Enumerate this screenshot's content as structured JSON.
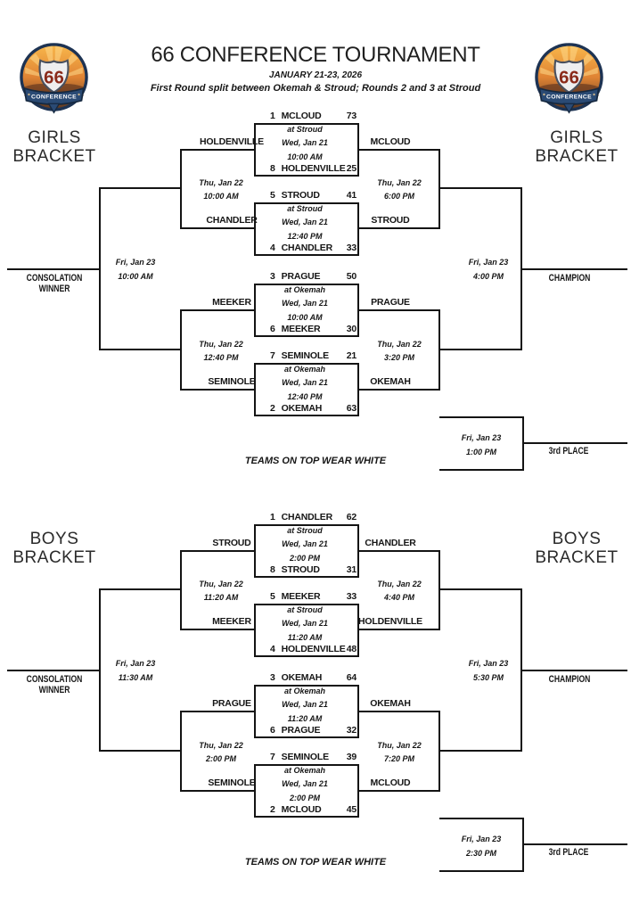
{
  "header": {
    "title": "66 CONFERENCE TOURNAMENT",
    "dates": "JANUARY 21-23, 2026",
    "subtitle": "First Round split between Okemah & Stroud; Rounds 2 and 3 at Stroud",
    "logo": {
      "number": "66",
      "banner": "CONFERENCE"
    }
  },
  "note": "TEAMS ON TOP WEAR WHITE",
  "girls": {
    "label_line1": "GIRLS",
    "label_line2": "BRACKET",
    "consolation_winner_label": "CONSOLATION WINNER",
    "champion_label": "CHAMPION",
    "third_place_label": "3rd PLACE",
    "games": [
      {
        "top_seed": "1",
        "top_team": "MCLOUD",
        "top_score": "73",
        "venue": "at Stroud",
        "date": "Wed, Jan 21",
        "time": "10:00 AM",
        "bottom_seed": "8",
        "bottom_team": "HOLDENVILLE",
        "bottom_score": "25",
        "loser_to_left": "HOLDENVILLE",
        "winner": "MCLOUD"
      },
      {
        "top_seed": "5",
        "top_team": "STROUD",
        "top_score": "41",
        "venue": "at Stroud",
        "date": "Wed, Jan 21",
        "time": "12:40 PM",
        "bottom_seed": "4",
        "bottom_team": "CHANDLER",
        "bottom_score": "33",
        "loser_to_left": "CHANDLER",
        "winner": "STROUD"
      },
      {
        "top_seed": "3",
        "top_team": "PRAGUE",
        "top_score": "50",
        "venue": "at Okemah",
        "date": "Wed, Jan 21",
        "time": "10:00 AM",
        "bottom_seed": "6",
        "bottom_team": "MEEKER",
        "bottom_score": "30",
        "loser_to_left": "MEEKER",
        "winner": "PRAGUE"
      },
      {
        "top_seed": "7",
        "top_team": "SEMINOLE",
        "top_score": "21",
        "venue": "at Okemah",
        "date": "Wed, Jan 21",
        "time": "12:40 PM",
        "bottom_seed": "2",
        "bottom_team": "OKEMAH",
        "bottom_score": "63",
        "loser_to_left": "SEMINOLE",
        "winner": "OKEMAH"
      }
    ],
    "consolation_semi1": {
      "date": "Thu, Jan 22",
      "time": "10:00 AM"
    },
    "consolation_semi2": {
      "date": "Thu, Jan 22",
      "time": "12:40 PM"
    },
    "semi1": {
      "date": "Thu, Jan 22",
      "time": "6:00 PM"
    },
    "semi2": {
      "date": "Thu, Jan 22",
      "time": "3:20 PM"
    },
    "consolation_final": {
      "date": "Fri, Jan 23",
      "time": "10:00 AM"
    },
    "championship": {
      "date": "Fri, Jan 23",
      "time": "4:00 PM"
    },
    "third_place_game": {
      "date": "Fri, Jan 23",
      "time": "1:00 PM"
    }
  },
  "boys": {
    "label_line1": "BOYS",
    "label_line2": "BRACKET",
    "consolation_winner_label": "CONSOLATION WINNER",
    "champion_label": "CHAMPION",
    "third_place_label": "3rd PLACE",
    "games": [
      {
        "top_seed": "1",
        "top_team": "CHANDLER",
        "top_score": "62",
        "venue": "at Stroud",
        "date": "Wed, Jan 21",
        "time": "2:00 PM",
        "bottom_seed": "8",
        "bottom_team": "STROUD",
        "bottom_score": "31",
        "loser_to_left": "STROUD",
        "winner": "CHANDLER"
      },
      {
        "top_seed": "5",
        "top_team": "MEEKER",
        "top_score": "33",
        "venue": "at Stroud",
        "date": "Wed, Jan 21",
        "time": "11:20 AM",
        "bottom_seed": "4",
        "bottom_team": "HOLDENVILLE",
        "bottom_score": "48",
        "loser_to_left": "MEEKER",
        "winner": "HOLDENVILLE"
      },
      {
        "top_seed": "3",
        "top_team": "OKEMAH",
        "top_score": "64",
        "venue": "at Okemah",
        "date": "Wed, Jan 21",
        "time": "11:20 AM",
        "bottom_seed": "6",
        "bottom_team": "PRAGUE",
        "bottom_score": "32",
        "loser_to_left": "PRAGUE",
        "winner": "OKEMAH"
      },
      {
        "top_seed": "7",
        "top_team": "SEMINOLE",
        "top_score": "39",
        "venue": "at Okemah",
        "date": "Wed, Jan 21",
        "time": "2:00 PM",
        "bottom_seed": "2",
        "bottom_team": "MCLOUD",
        "bottom_score": "45",
        "loser_to_left": "SEMINOLE",
        "winner": "MCLOUD"
      }
    ],
    "consolation_semi1": {
      "date": "Thu, Jan 22",
      "time": "11:20 AM"
    },
    "consolation_semi2": {
      "date": "Thu, Jan 22",
      "time": "2:00 PM"
    },
    "semi1": {
      "date": "Thu, Jan 22",
      "time": "4:40 PM"
    },
    "semi2": {
      "date": "Thu, Jan 22",
      "time": "7:20 PM"
    },
    "consolation_final": {
      "date": "Fri, Jan 23",
      "time": "11:30 AM"
    },
    "championship": {
      "date": "Fri, Jan 23",
      "time": "5:30 PM"
    },
    "third_place_game": {
      "date": "Fri, Jan 23",
      "time": "2:30 PM"
    }
  }
}
